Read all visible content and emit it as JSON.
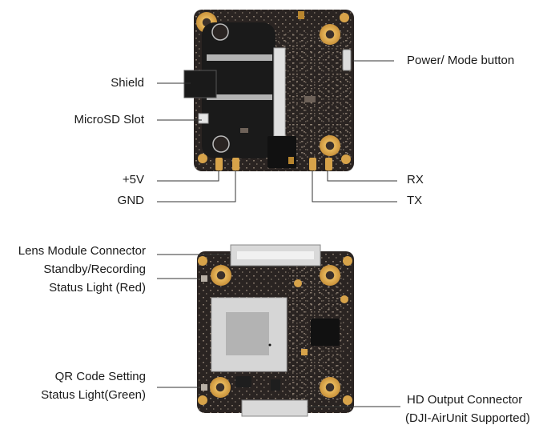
{
  "top_board": {
    "labels": {
      "shield": "Shield",
      "microsd": "MicroSD Slot",
      "power_mode": "Power/ Mode button",
      "plus5v": "+5V",
      "gnd": "GND",
      "rx": "RX",
      "tx": "TX"
    }
  },
  "bottom_board": {
    "labels": {
      "lens_connector": "Lens Module Connector",
      "status_red_line1": "Standby/Recording",
      "status_red_line2": "Status Light (Red)",
      "qr_line1": "QR Code Setting",
      "qr_line2": "Status Light(Green)",
      "hd_line1": "HD Output Connector",
      "hd_line2": "(DJI-AirUnit Supported)"
    }
  },
  "colors": {
    "pcb": "#2a2422",
    "pad": "#d7a34a",
    "pad_inner": "#2b2422",
    "shield": "#1a1a1a",
    "metal": "#d9d9d9",
    "chip": "#111111",
    "leader": "#333333"
  }
}
